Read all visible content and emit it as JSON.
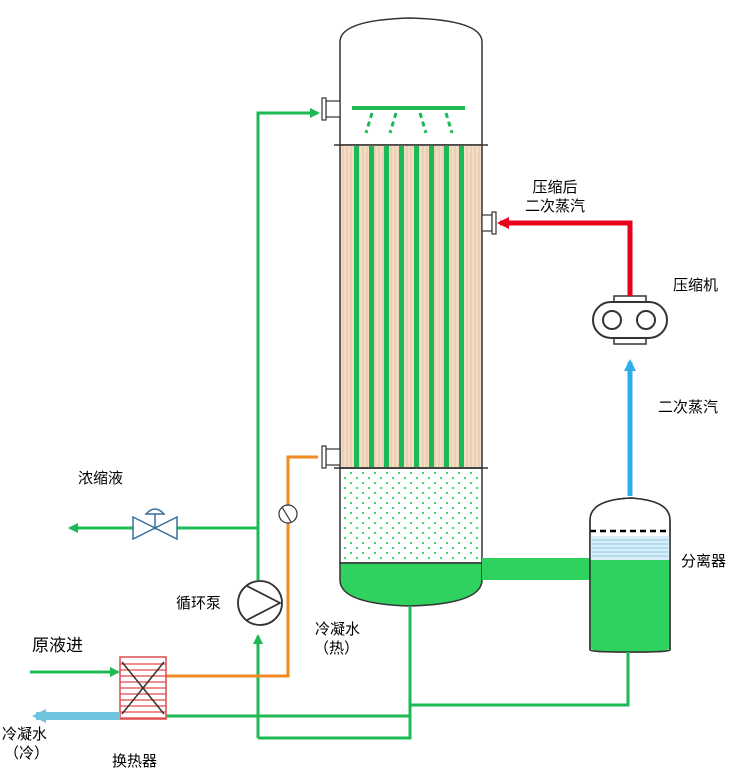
{
  "labels": {
    "compressed_vapor_line1": "压缩后",
    "compressed_vapor_line2": "二次蒸汽",
    "compressor": "压缩机",
    "secondary_vapor": "二次蒸汽",
    "concentrate": "浓缩液",
    "separator": "分离器",
    "circulation_pump": "循环泵",
    "condensate_hot_line1": "冷凝水",
    "condensate_hot_line2": "（热）",
    "feed_in": "原液进",
    "condensate_cold_line1": "冷凝水",
    "condensate_cold_line2": "（冷）",
    "heat_exchanger": "换热器"
  },
  "colors": {
    "liquid_line": "#1db954",
    "liquid_fill": "#2fd15f",
    "hot_vapor": "#e8001c",
    "cold_vapor": "#2eaee8",
    "cold_condensate": "#6fc3dc",
    "orange_line": "#f08a24",
    "tube_bundle": "#f3dcc6",
    "heat_exchanger": "#e04a4a"
  }
}
